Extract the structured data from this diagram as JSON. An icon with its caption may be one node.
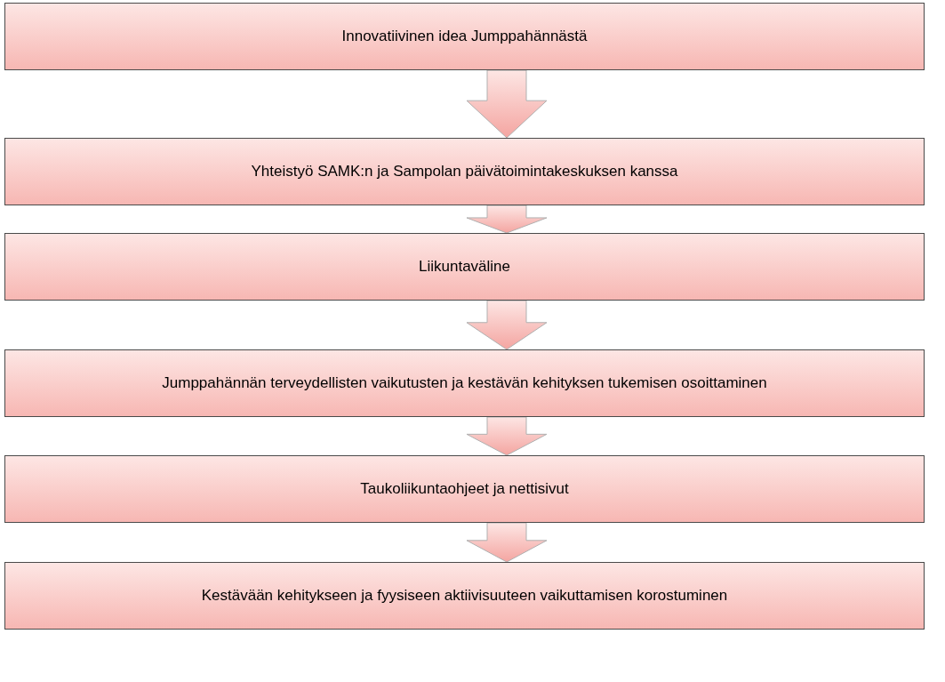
{
  "diagram": {
    "nodes": [
      {
        "text": [
          "Innovatiivinen idea Jumppahännästä"
        ]
      },
      {
        "text": [
          "Yhteistyö SAMK:n ja Sampolan päivätoimintakeskuksen kanssa"
        ]
      },
      {
        "text": [
          "Liikuntaväline"
        ]
      },
      {
        "text": [
          "Jumppahännän terveydellisten vaikutusten ja kestävän kehityksen tukemisen osoittaminen"
        ]
      },
      {
        "text": [
          "Taukoliikuntaohjeet ja nettisivut"
        ]
      },
      {
        "text": [
          "Kestävään kehitykseen ja fyysiseen aktiivisuuteen vaikuttamisen korostuminen"
        ]
      }
    ],
    "edges": [
      {
        "from": 0,
        "to": 1,
        "arrow": "to"
      },
      {
        "from": 1,
        "to": 2,
        "arrow": "to"
      },
      {
        "from": 2,
        "to": 3,
        "arrow": "to"
      },
      {
        "from": 3,
        "to": 4,
        "arrow": "to"
      },
      {
        "from": 4,
        "to": 5,
        "arrow": "to"
      }
    ]
  }
}
